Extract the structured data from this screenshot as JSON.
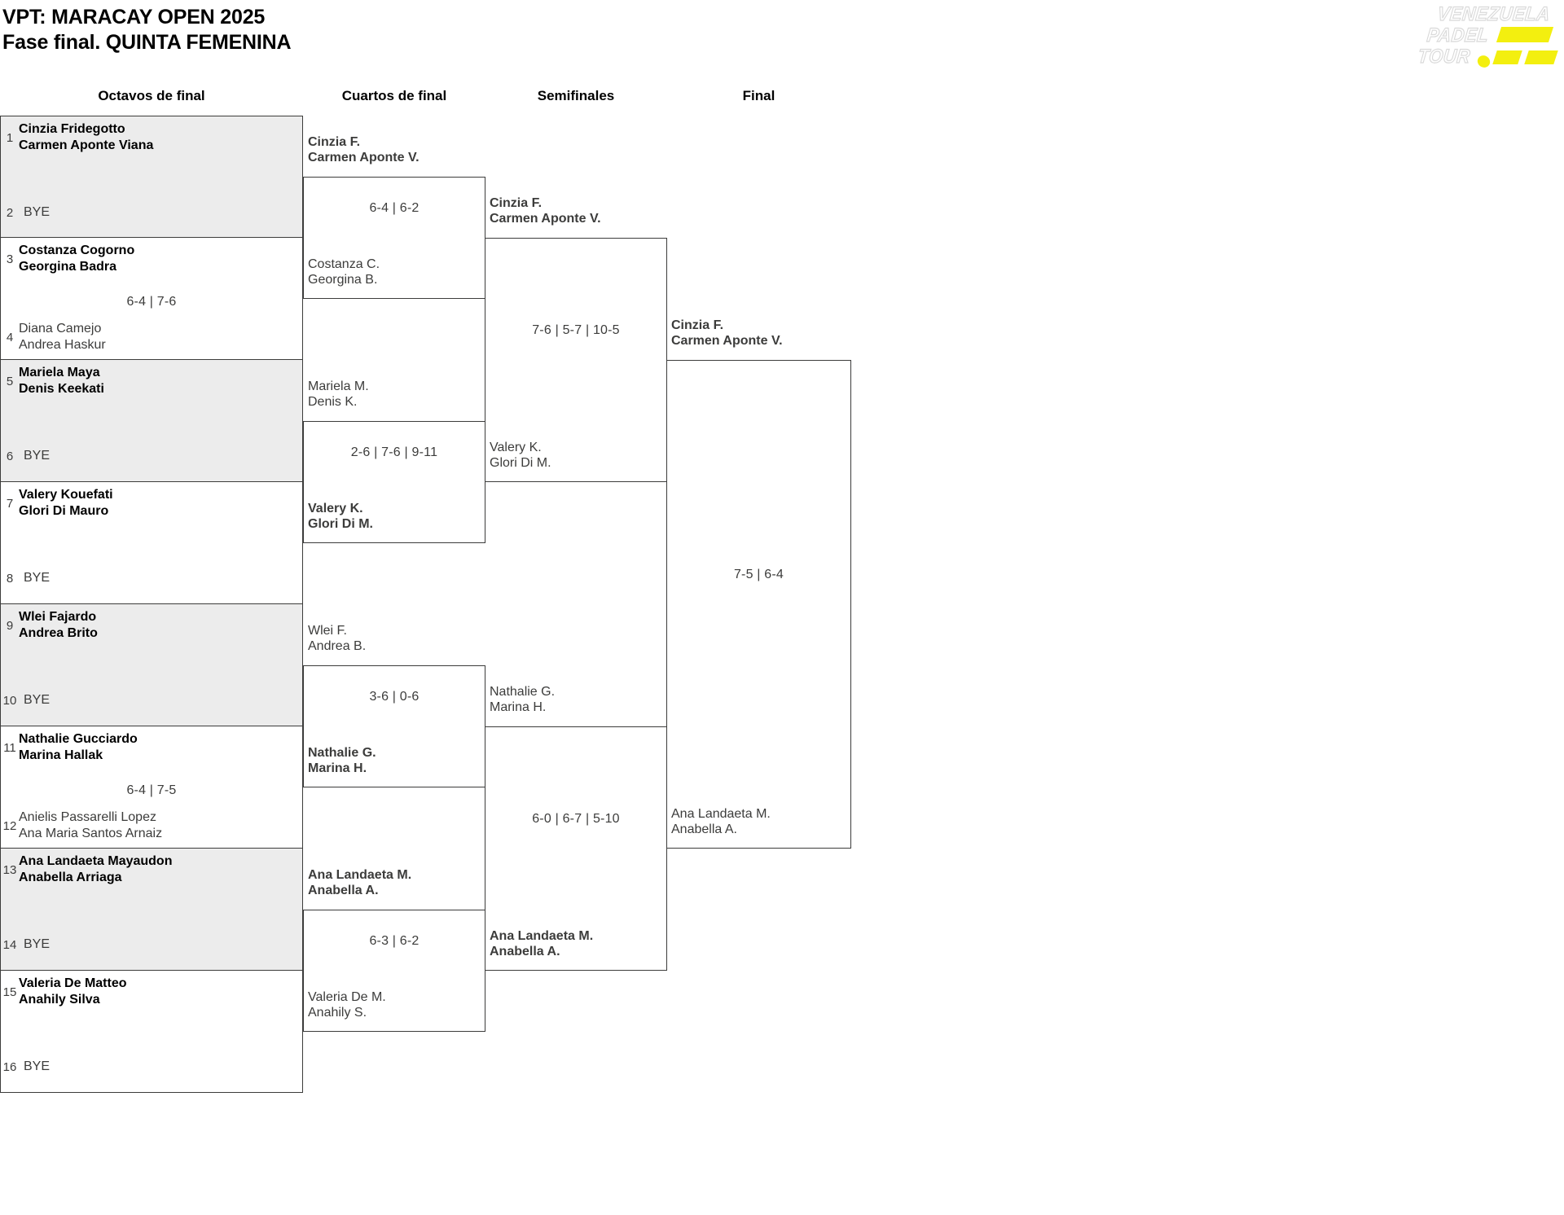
{
  "title": {
    "line1": "VPT: MARACAY OPEN 2025",
    "line2": "Fase final. QUINTA FEMENINA"
  },
  "logo": {
    "text1": "VENEZUELA",
    "text2": "PADEL",
    "text3": "TOUR",
    "accent_color": "#f3ef0f"
  },
  "headers": [
    "Octavos de final",
    "Cuartos de final",
    "Semifinales",
    "Final"
  ],
  "colors": {
    "shaded_box": "#ececec",
    "border_line": "#3c3c3b",
    "winner_text": "#000000",
    "regular_text": "#3c3c3b"
  },
  "rounds": {
    "octavos": [
      {
        "score": "",
        "top": {
          "seed": "1",
          "line1": "Cinzia Fridegotto",
          "line2": "Carmen Aponte Viana",
          "bold": true
        },
        "bottom": {
          "seed": "2",
          "line1": "BYE",
          "line2": "",
          "bold": false
        }
      },
      {
        "score": "6-4 | 7-6",
        "top": {
          "seed": "3",
          "line1": "Costanza Cogorno",
          "line2": "Georgina Badra",
          "bold": true
        },
        "bottom": {
          "seed": "4",
          "line1": "Diana Camejo",
          "line2": "Andrea Haskur",
          "bold": false
        }
      },
      {
        "score": "",
        "top": {
          "seed": "5",
          "line1": "Mariela Maya",
          "line2": "Denis Keekati",
          "bold": true
        },
        "bottom": {
          "seed": "6",
          "line1": "BYE",
          "line2": "",
          "bold": false
        }
      },
      {
        "score": "",
        "top": {
          "seed": "7",
          "line1": "Valery Kouefati",
          "line2": "Glori Di Mauro",
          "bold": true
        },
        "bottom": {
          "seed": "8",
          "line1": "BYE",
          "line2": "",
          "bold": false
        }
      },
      {
        "score": "",
        "top": {
          "seed": "9",
          "line1": "Wlei Fajardo",
          "line2": "Andrea Brito",
          "bold": true
        },
        "bottom": {
          "seed": "10",
          "line1": "BYE",
          "line2": "",
          "bold": false
        }
      },
      {
        "score": "6-4 | 7-5",
        "top": {
          "seed": "11",
          "line1": "Nathalie Gucciardo",
          "line2": "Marina Hallak",
          "bold": true
        },
        "bottom": {
          "seed": "12",
          "line1": "Anielis Passarelli Lopez",
          "line2": "Ana Maria Santos Arnaiz",
          "bold": false
        }
      },
      {
        "score": "",
        "top": {
          "seed": "13",
          "line1": "Ana Landaeta Mayaudon",
          "line2": "Anabella Arriaga",
          "bold": true
        },
        "bottom": {
          "seed": "14",
          "line1": "BYE",
          "line2": "",
          "bold": false
        }
      },
      {
        "score": "",
        "top": {
          "seed": "15",
          "line1": "Valeria De Matteo",
          "line2": "Anahily Silva",
          "bold": true
        },
        "bottom": {
          "seed": "16",
          "line1": "BYE",
          "line2": "",
          "bold": false
        }
      }
    ],
    "cuartos": [
      {
        "score": "6-4 | 6-2",
        "top": {
          "line1": "Cinzia F.",
          "line2": "Carmen Aponte V.",
          "bold": true
        },
        "bottom": {
          "line1": "Costanza C.",
          "line2": "Georgina B.",
          "bold": false
        }
      },
      {
        "score": "2-6 | 7-6 | 9-11",
        "top": {
          "line1": "Mariela M.",
          "line2": "Denis K.",
          "bold": false
        },
        "bottom": {
          "line1": "Valery K.",
          "line2": "Glori Di M.",
          "bold": true
        }
      },
      {
        "score": "3-6 | 0-6",
        "top": {
          "line1": "Wlei F.",
          "line2": "Andrea B.",
          "bold": false
        },
        "bottom": {
          "line1": "Nathalie G.",
          "line2": "Marina H.",
          "bold": true
        }
      },
      {
        "score": "6-3 | 6-2",
        "top": {
          "line1": "Ana Landaeta M.",
          "line2": "Anabella A.",
          "bold": true
        },
        "bottom": {
          "line1": "Valeria De M.",
          "line2": "Anahily S.",
          "bold": false
        }
      }
    ],
    "semifinales": [
      {
        "score": "7-6 | 5-7 | 10-5",
        "top": {
          "line1": "Cinzia F.",
          "line2": "Carmen Aponte V.",
          "bold": true
        },
        "bottom": {
          "line1": "Valery K.",
          "line2": "Glori Di M.",
          "bold": false
        }
      },
      {
        "score": "6-0 | 6-7 | 5-10",
        "top": {
          "line1": "Nathalie G.",
          "line2": "Marina H.",
          "bold": false
        },
        "bottom": {
          "line1": "Ana Landaeta M.",
          "line2": "Anabella A.",
          "bold": true
        }
      }
    ],
    "final": [
      {
        "score": "7-5 | 6-4",
        "top": {
          "line1": "Cinzia F.",
          "line2": "Carmen Aponte V.",
          "bold": true
        },
        "bottom": {
          "line1": "Ana Landaeta M.",
          "line2": "Anabella A.",
          "bold": false
        }
      }
    ]
  }
}
